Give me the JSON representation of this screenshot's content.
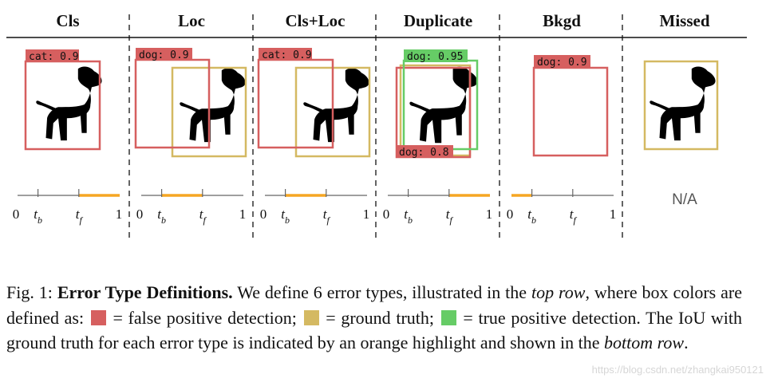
{
  "columns": [
    {
      "title": "Cls",
      "labels": [
        {
          "text": "cat: 0.9",
          "type": "false_positive"
        }
      ],
      "iou": {
        "highlight": [
          0.6,
          1.0
        ]
      }
    },
    {
      "title": "Loc",
      "labels": [
        {
          "text": "dog: 0.9",
          "type": "false_positive"
        }
      ],
      "iou": {
        "highlight": [
          0.2,
          0.6
        ]
      }
    },
    {
      "title": "Cls+Loc",
      "labels": [
        {
          "text": "cat: 0.9",
          "type": "false_positive"
        }
      ],
      "iou": {
        "highlight": [
          0.2,
          0.6
        ]
      }
    },
    {
      "title": "Duplicate",
      "labels": [
        {
          "text": "dog: 0.95",
          "type": "true_positive"
        },
        {
          "text": "dog: 0.8",
          "type": "false_positive"
        }
      ],
      "iou": {
        "highlight": [
          0.6,
          1.0
        ]
      }
    },
    {
      "title": "Bkgd",
      "labels": [
        {
          "text": "dog: 0.9",
          "type": "false_positive"
        }
      ],
      "iou": {
        "highlight": [
          0.0,
          0.2
        ]
      }
    },
    {
      "title": "Missed",
      "labels": [],
      "iou": null,
      "na_text": "N/A"
    }
  ],
  "axis": {
    "zero": "0",
    "one": "1",
    "tb_main": "t",
    "tb_sub": "b",
    "tf_main": "t",
    "tf_sub": "f",
    "tb_pos": 0.2,
    "tf_pos": 0.6
  },
  "colors": {
    "false_positive": "#d65f5f",
    "ground_truth": "#d4b962",
    "true_positive": "#66cc66",
    "highlight": "#f5a623",
    "axis": "#666666"
  },
  "caption": {
    "fig_label": "Fig. 1:",
    "title": "Error Type Definitions.",
    "part1": "We define 6 error types, illustrated in the",
    "top_row": "top row",
    "part2": ", where box colors are defined as:",
    "eq_fp": "= false positive detection;",
    "eq_gt": "= ground truth;",
    "eq_tp": "= true positive detection. The IoU with ground truth for each error type is indicated by an orange highlight and shown in the",
    "bottom_row": "bottom row",
    "end": "."
  },
  "watermark": "https://blog.csdn.net/zhangkai950121"
}
